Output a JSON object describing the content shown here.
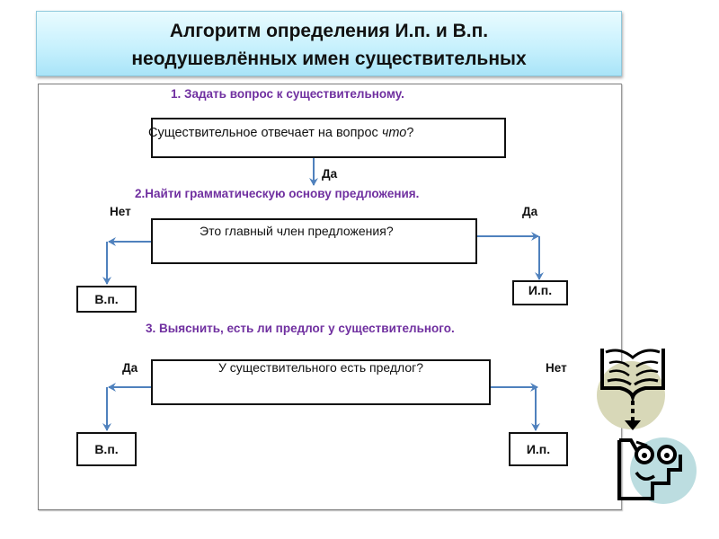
{
  "title": {
    "line1": "Алгоритм определения И.п. и В.п.",
    "line2": "неодушевлённых имен существительных"
  },
  "steps": [
    {
      "heading": "1. Задать вопрос к существительному.",
      "question_prefix": "Существительное отвечает на вопрос ",
      "question_italic": "что",
      "question_suffix": "?",
      "yes_label": "Да"
    },
    {
      "heading": "2.Найти грамматическую основу предложения.",
      "question": "Это главный член предложения?",
      "left_label": "Нет",
      "right_label": "Да",
      "left_result": "В.п.",
      "right_result": "И.п."
    },
    {
      "heading": "3. Выяснить, есть ли предлог у существительного.",
      "question": "У существительного есть предлог?",
      "left_label": "Да",
      "right_label": "Нет",
      "left_result": "В.п.",
      "right_result": "И.п."
    }
  ],
  "colors": {
    "heading": "#7030a0",
    "arrow": "#4f81bd",
    "title_bg": "#c8f1fd"
  },
  "clipart": {
    "icon": "book-to-reader-icon"
  }
}
